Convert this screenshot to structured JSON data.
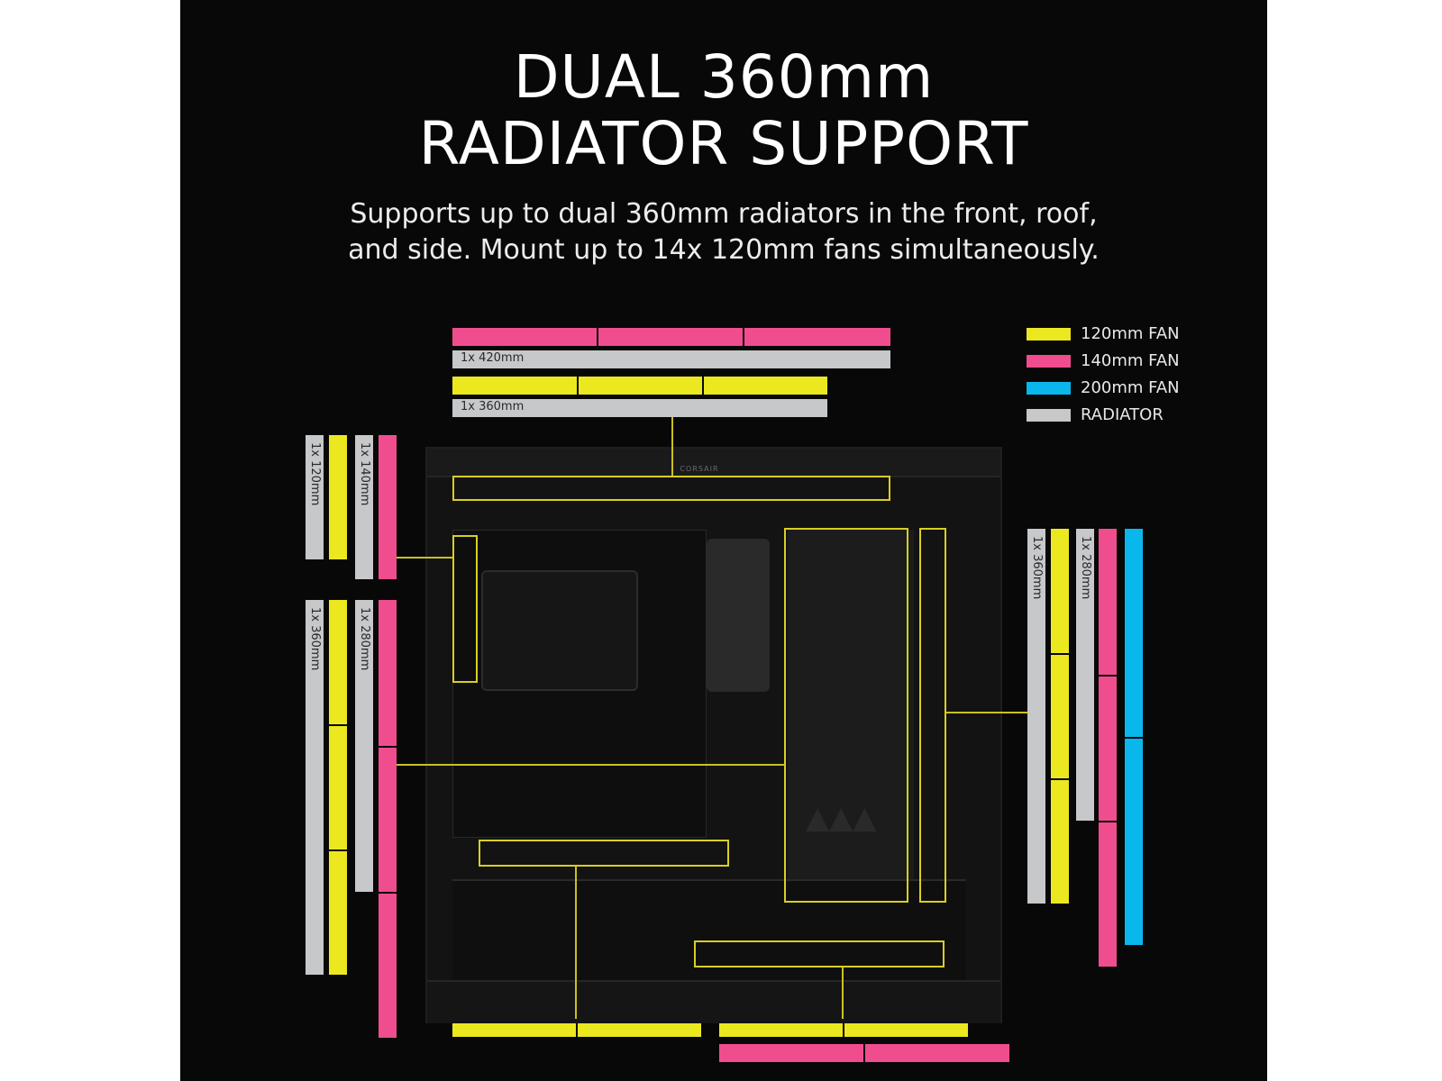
{
  "heading": {
    "line1": "DUAL 360mm",
    "line2": "RADIATOR SUPPORT"
  },
  "description": {
    "line1": "Supports up to dual 360mm radiators in the front, roof,",
    "line2": "and side. Mount up to 14x 120mm fans simultaneously."
  },
  "legend": [
    {
      "label": "120mm FAN",
      "color": "#ece820"
    },
    {
      "label": "140mm FAN",
      "color": "#f04d8f"
    },
    {
      "label": "200mm FAN",
      "color": "#0ab7ec"
    },
    {
      "label": "RADIATOR",
      "color": "#c7c8ca"
    }
  ],
  "radiator_labels": {
    "top_420": "1x 420mm",
    "top_360": "1x 360mm",
    "rear_120": "1x 120mm",
    "rear_140": "1x 140mm",
    "side_360": "1x 360mm",
    "side_280": "1x 280mm",
    "front_360": "1x 360mm",
    "front_280": "1x 280mm"
  },
  "case": {
    "brand": "CORSAIR"
  },
  "colors": {
    "background": "#080808",
    "fan_120": "#ece820",
    "fan_140": "#f04d8f",
    "fan_200": "#0ab7ec",
    "radiator": "#c7c8ca",
    "title_text": "#ffffff"
  }
}
